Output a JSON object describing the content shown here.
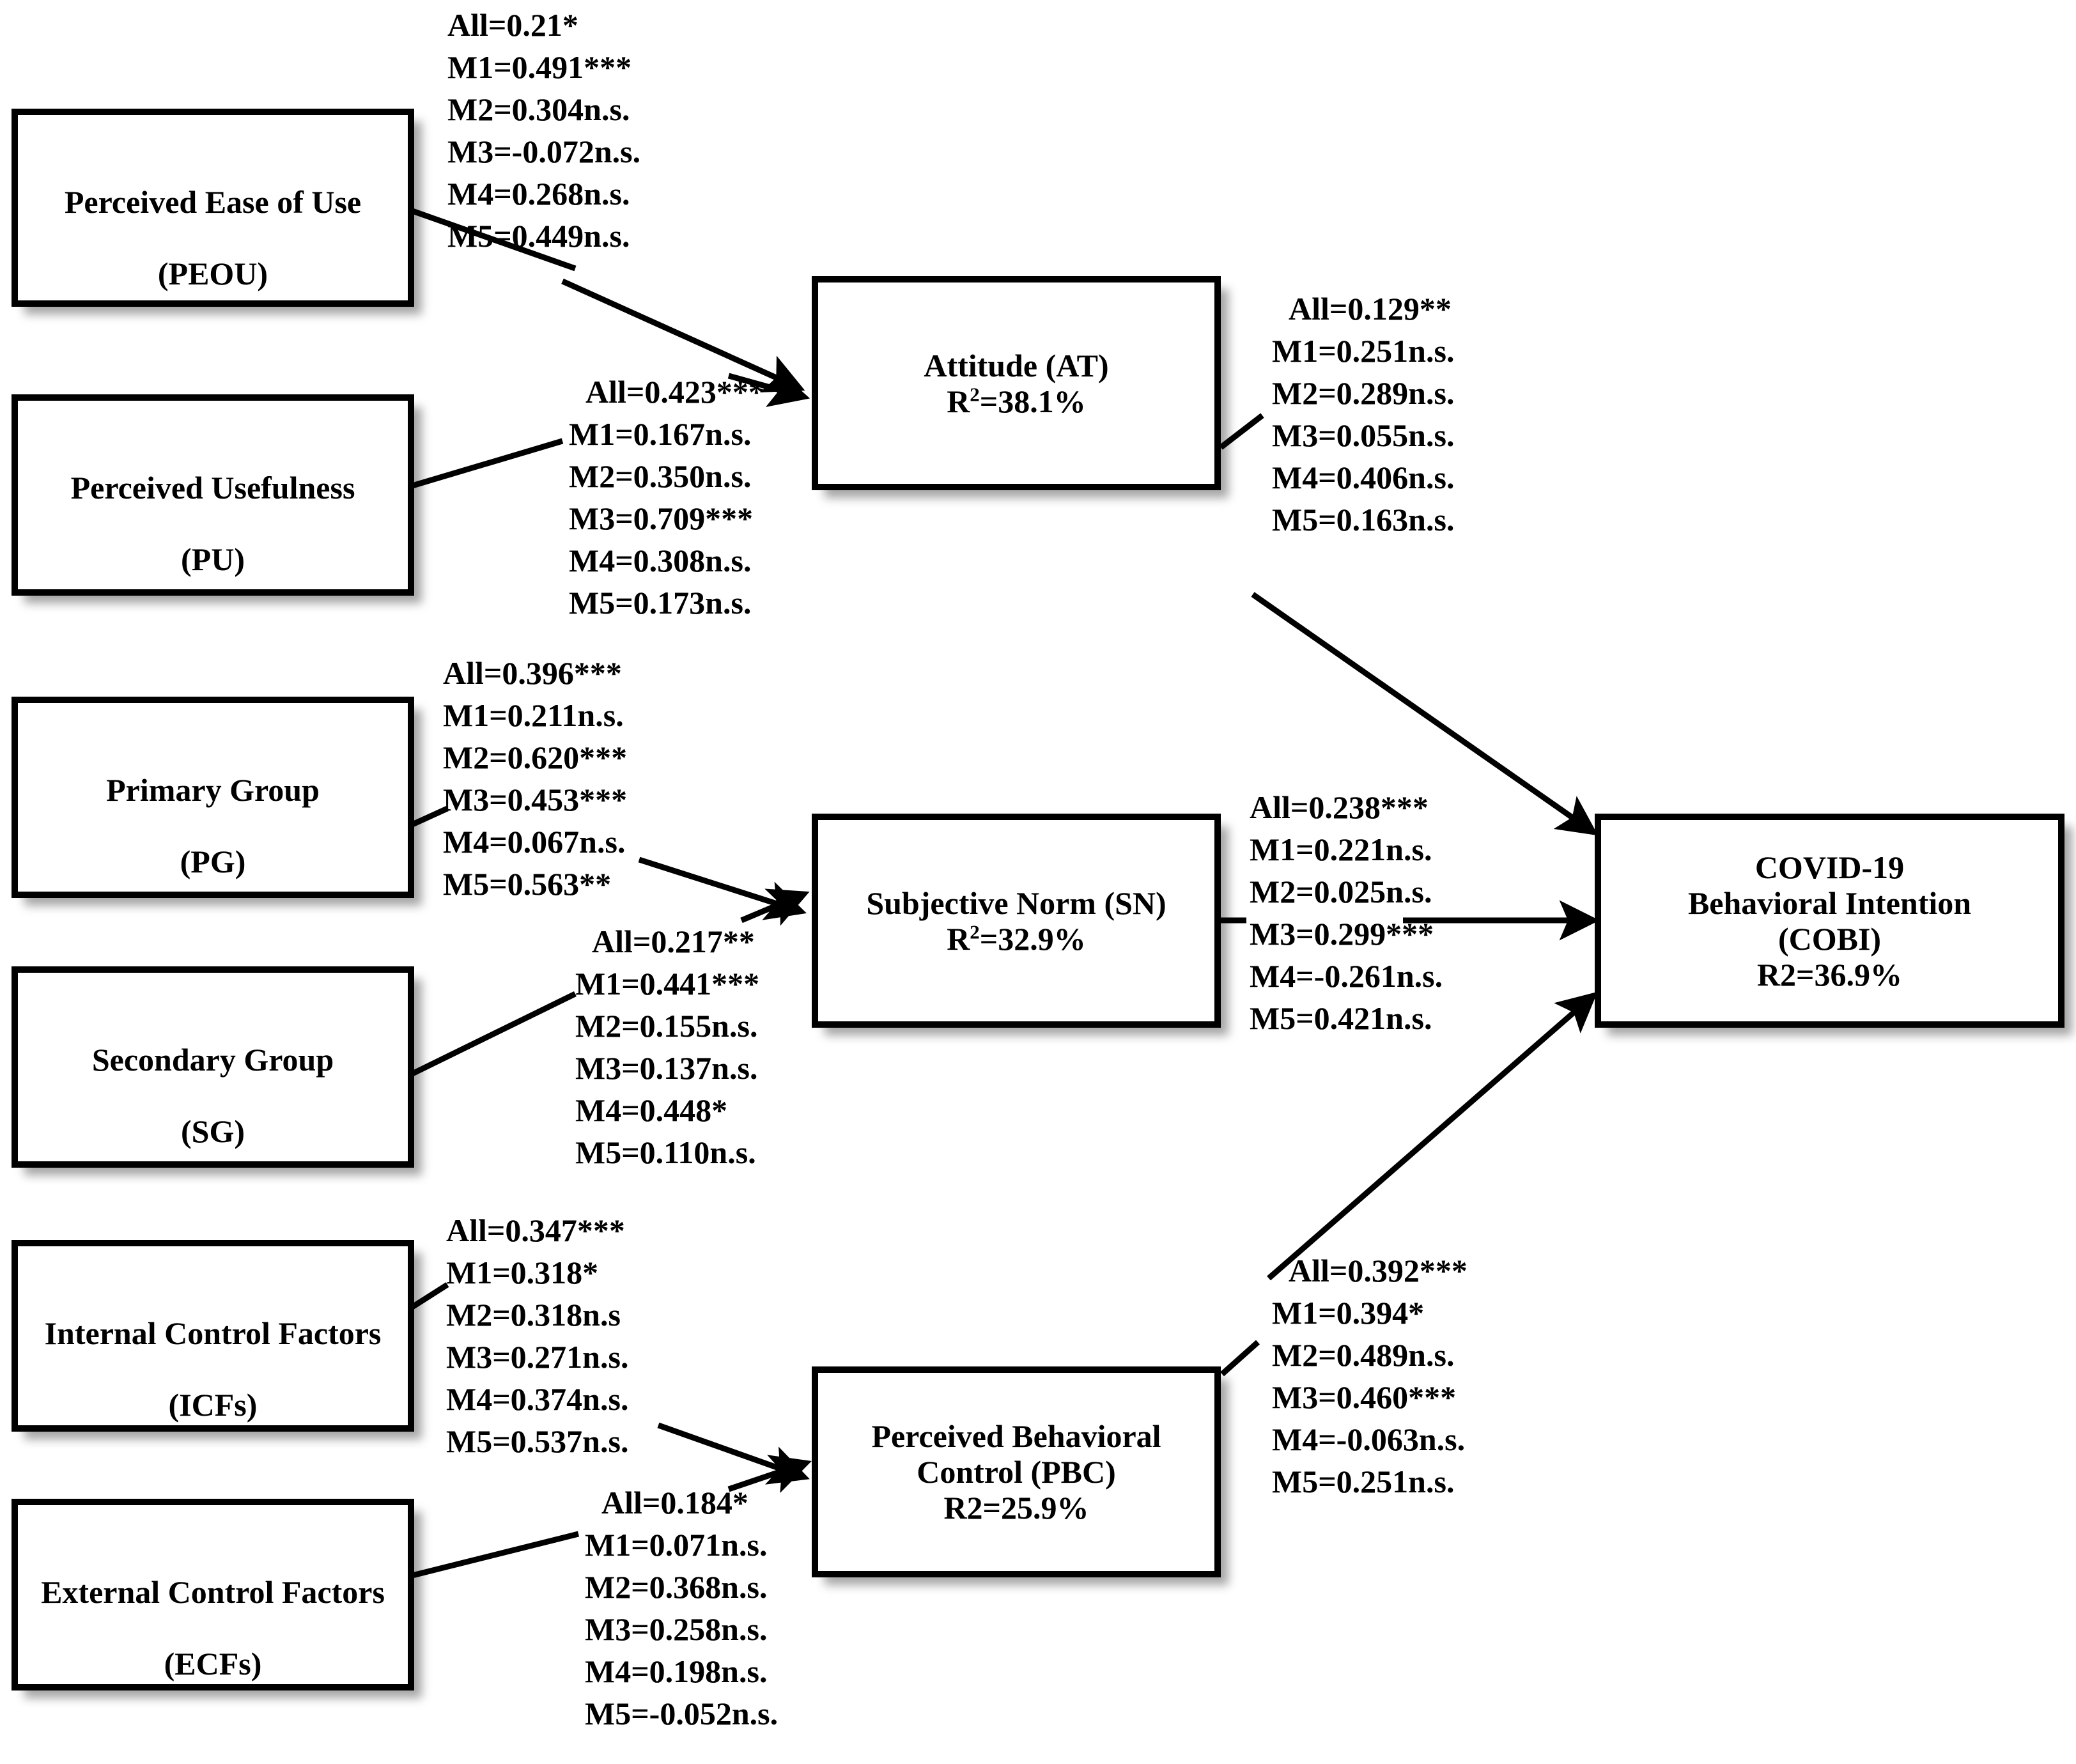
{
  "diagram": {
    "title_present": false,
    "stroke_color": "#000000",
    "fill_color": "#ffffff"
  },
  "nodes": {
    "peou": {
      "name": "Perceived Ease of Use",
      "abbrev": "(PEOU)"
    },
    "pu": {
      "name": "Perceived Usefulness",
      "abbrev": "(PU)"
    },
    "pg": {
      "name": "Primary Group",
      "abbrev": "(PG)"
    },
    "sg": {
      "name": "Secondary Group",
      "abbrev": "(SG)"
    },
    "icf": {
      "name": "Internal Control Factors",
      "abbrev": "(ICFs)"
    },
    "ecf": {
      "name": "External Control Factors",
      "abbrev": "(ECFs)"
    },
    "at": {
      "name": "Attitude (AT)",
      "r2": "R²=38.1%"
    },
    "sn": {
      "name": "Subjective Norm (SN)",
      "r2": "R²=32.9%"
    },
    "pbc": {
      "name": "Perceived Behavioral\nControl (PBC)",
      "r2": "R2=25.9%"
    },
    "cobi": {
      "name": "COVID-19\nBehavioral Intention\n(COBI)",
      "r2": "R2=36.9%"
    }
  },
  "paths": {
    "peou_at": {
      "from": "peou",
      "to": "at",
      "lines": [
        "All=0.21*",
        "M1=0.491***",
        "M2=0.304n.s.",
        "M3=-0.072n.s.",
        "M4=0.268n.s.",
        "M5=0.449n.s."
      ]
    },
    "pu_at": {
      "from": "pu",
      "to": "at",
      "lines": [
        "All=0.423***",
        "M1=0.167n.s.",
        "M2=0.350n.s.",
        "M3=0.709***",
        "M4=0.308n.s.",
        "M5=0.173n.s."
      ]
    },
    "at_cobi": {
      "from": "at",
      "to": "cobi",
      "lines": [
        "All=0.129**",
        "M1=0.251n.s.",
        "M2=0.289n.s.",
        "M3=0.055n.s.",
        "M4=0.406n.s.",
        "M5=0.163n.s."
      ]
    },
    "pg_sn": {
      "from": "pg",
      "to": "sn",
      "lines": [
        "All=0.396***",
        "M1=0.211n.s.",
        "M2=0.620***",
        "M3=0.453***",
        "M4=0.067n.s.",
        "M5=0.563**"
      ]
    },
    "sg_sn": {
      "from": "sg",
      "to": "sn",
      "lines": [
        "All=0.217**",
        "M1=0.441***",
        "M2=0.155n.s.",
        "M3=0.137n.s.",
        "M4=0.448*",
        "M5=0.110n.s."
      ]
    },
    "sn_cobi": {
      "from": "sn",
      "to": "cobi",
      "lines": [
        "All=0.238***",
        "M1=0.221n.s.",
        "M2=0.025n.s.",
        "M3=0.299***",
        "M4=-0.261n.s.",
        "M5=0.421n.s."
      ]
    },
    "icf_pbc": {
      "from": "icf",
      "to": "pbc",
      "lines": [
        "All=0.347***",
        "M1=0.318*",
        "M2=0.318n.s",
        "M3=0.271n.s.",
        "M4=0.374n.s.",
        "M5=0.537n.s."
      ]
    },
    "ecf_pbc": {
      "from": "ecf",
      "to": "pbc",
      "lines": [
        "All=0.184*",
        "M1=0.071n.s.",
        "M2=0.368n.s.",
        "M3=0.258n.s.",
        "M4=0.198n.s.",
        "M5=-0.052n.s."
      ]
    },
    "pbc_cobi": {
      "from": "pbc",
      "to": "cobi",
      "lines": [
        "All=0.392***",
        "M1=0.394*",
        "M2=0.489n.s.",
        "M3=0.460***",
        "M4=-0.063n.s.",
        "M5=0.251n.s."
      ]
    }
  }
}
